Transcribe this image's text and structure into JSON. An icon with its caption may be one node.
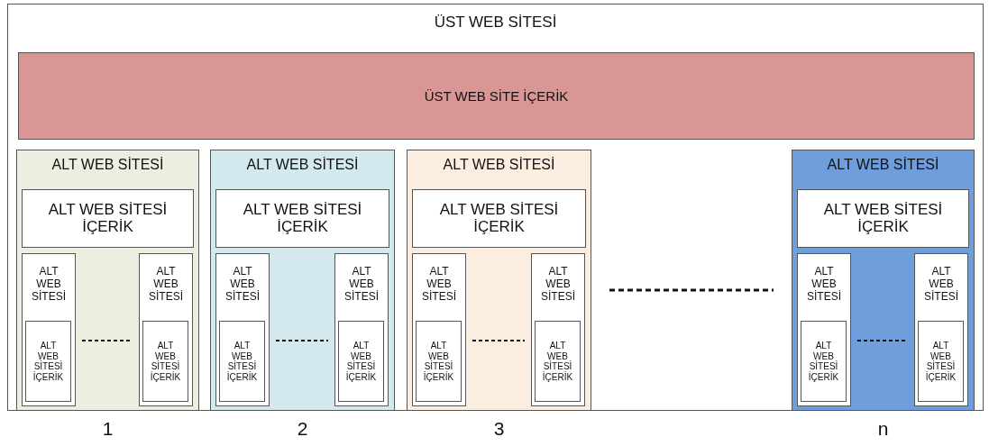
{
  "diagram": {
    "nodes": [
      {
        "text": [
          "ÜST WEB SİTESİ"
        ]
      },
      {
        "text": [
          "ÜST WEB SİTE İÇERİK"
        ],
        "in": 0
      },
      {
        "text": [
          "ALT WEB SİTESİ"
        ],
        "in": 0,
        "beside": [
          "1"
        ]
      },
      {
        "text": [
          "ALT WEB SİTESİ İÇERİK"
        ],
        "in": 2
      },
      {
        "text": [
          "ALT WEB SİTESİ"
        ],
        "in": 2
      },
      {
        "text": [
          "ALT WEB SİTESİ İÇERİK"
        ],
        "in": 4
      },
      {
        "text": [
          "ALT WEB SİTESİ"
        ],
        "in": 2
      },
      {
        "text": [
          "ALT WEB SİTESİ İÇERİK"
        ],
        "in": 6
      },
      {
        "text": [
          "ALT WEB SİTESİ"
        ],
        "in": 0,
        "beside": [
          "2"
        ]
      },
      {
        "text": [
          "ALT WEB SİTESİ İÇERİK"
        ],
        "in": 8
      },
      {
        "text": [
          "ALT WEB SİTESİ"
        ],
        "in": 8
      },
      {
        "text": [
          "ALT WEB SİTESİ İÇERİK"
        ],
        "in": 10
      },
      {
        "text": [
          "ALT WEB SİTESİ"
        ],
        "in": 8
      },
      {
        "text": [
          "ALT WEB SİTESİ İÇERİK"
        ],
        "in": 12
      },
      {
        "text": [
          "ALT WEB SİTESİ"
        ],
        "in": 0,
        "beside": [
          "3"
        ]
      },
      {
        "text": [
          "ALT WEB SİTESİ İÇERİK"
        ],
        "in": 14
      },
      {
        "text": [
          "ALT WEB SİTESİ"
        ],
        "in": 14
      },
      {
        "text": [
          "ALT WEB SİTESİ İÇERİK"
        ],
        "in": 16
      },
      {
        "text": [
          "ALT WEB SİTESİ"
        ],
        "in": 14
      },
      {
        "text": [
          "ALT WEB SİTESİ İÇERİK"
        ],
        "in": 18
      },
      {
        "text": [
          "ALT WEB SİTESİ"
        ],
        "in": 0,
        "beside": [
          "n"
        ]
      },
      {
        "text": [
          "ALT WEB SİTESİ İÇERİK"
        ],
        "in": 20
      },
      {
        "text": [
          "ALT WEB SİTESİ"
        ],
        "in": 20
      },
      {
        "text": [
          "ALT WEB SİTESİ İÇERİK"
        ],
        "in": 22
      },
      {
        "text": [
          "ALT WEB SİTESİ"
        ],
        "in": 20
      },
      {
        "text": [
          "ALT WEB SİTESİ İÇERİK"
        ],
        "in": 24
      }
    ]
  }
}
